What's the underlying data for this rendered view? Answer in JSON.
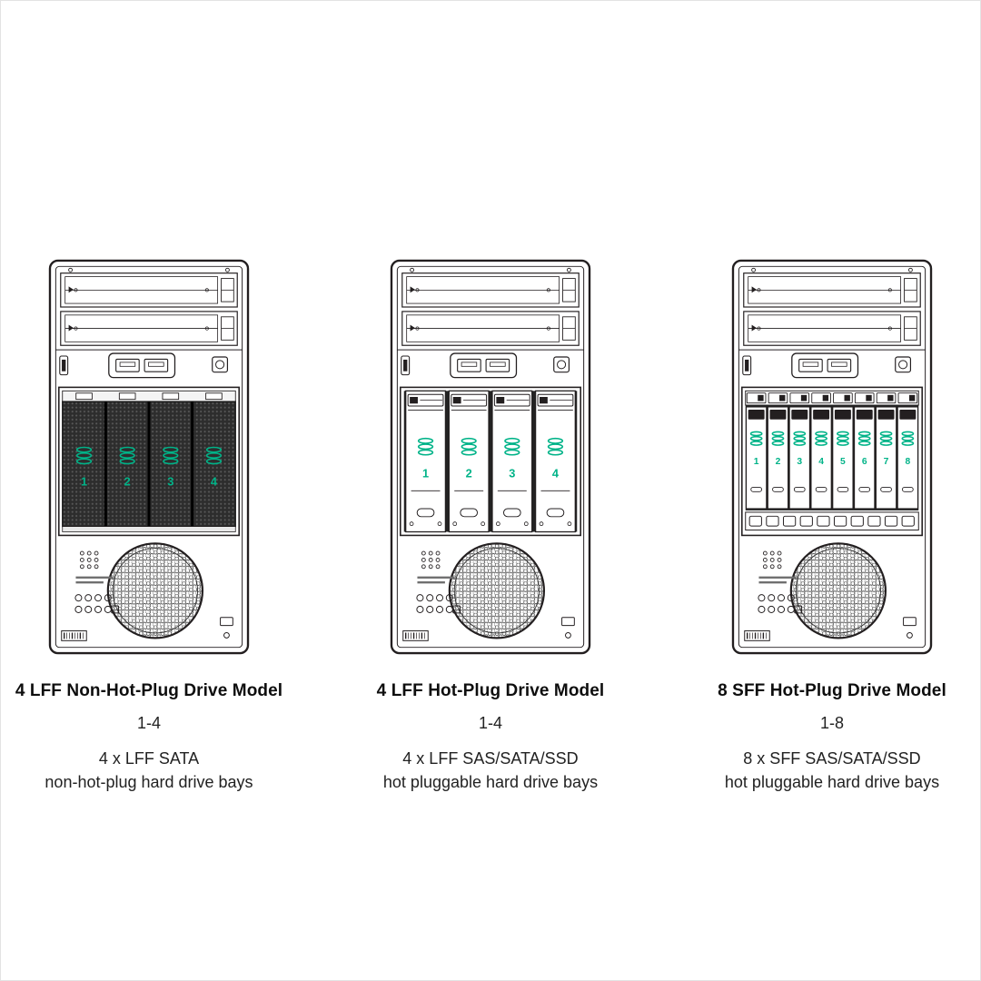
{
  "brand": {
    "accent_green": "#00B388",
    "line_color": "#231f20",
    "frame_color": "#e3e3e3"
  },
  "models": [
    {
      "title": "4 LFF Non-Hot-Plug Drive Model",
      "bay_range": "1-4",
      "description_line1": "4 x LFF SATA",
      "description_line2": "non-hot-plug hard drive bays",
      "drive_style": "lff-non-hot-plug",
      "drive_count": 4,
      "drive_numbers": [
        "1",
        "2",
        "3",
        "4"
      ]
    },
    {
      "title": "4 LFF Hot-Plug Drive Model",
      "bay_range": "1-4",
      "description_line1": "4 x LFF SAS/SATA/SSD",
      "description_line2": "hot pluggable hard drive bays",
      "drive_style": "lff-hot-plug",
      "drive_count": 4,
      "drive_numbers": [
        "1",
        "2",
        "3",
        "4"
      ]
    },
    {
      "title": "8 SFF Hot-Plug Drive Model",
      "bay_range": "1-8",
      "description_line1": "8 x SFF SAS/SATA/SSD",
      "description_line2": "hot pluggable hard drive bays",
      "drive_style": "sff-hot-plug",
      "drive_count": 8,
      "drive_numbers": [
        "1",
        "2",
        "3",
        "4",
        "5",
        "6",
        "7",
        "8"
      ]
    }
  ]
}
